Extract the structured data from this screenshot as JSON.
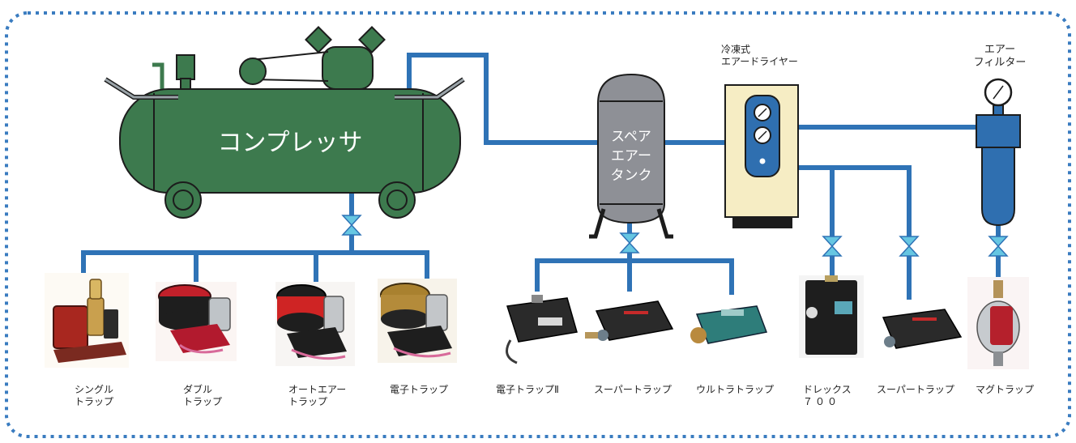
{
  "colors": {
    "pipe": "#2f73b6",
    "compressor_green": "#3d7a4e",
    "tank_gray": "#8e9096",
    "dryer_yellow": "#f6edc4",
    "filter_blue": "#2f6fb0",
    "valve_cyan": "#66c6e2",
    "border_dots": "#3a7cc0"
  },
  "main_components": {
    "compressor": "コンプレッサ",
    "spare_tank": [
      "スペア",
      "エアー",
      "タンク"
    ],
    "dryer": [
      "冷凍式",
      "エアードライヤー"
    ],
    "filter": [
      "エアー",
      "フィルター"
    ]
  },
  "traps": [
    {
      "id": "single",
      "label": [
        "シングル",
        "トラップ"
      ]
    },
    {
      "id": "double",
      "label": [
        "ダブル",
        "トラップ"
      ]
    },
    {
      "id": "autoair",
      "label": [
        "オートエアー",
        "トラップ"
      ]
    },
    {
      "id": "electronic",
      "label": [
        "電子トラップ"
      ]
    },
    {
      "id": "electronic2",
      "label": [
        "電子トラップⅡ"
      ]
    },
    {
      "id": "super1",
      "label": [
        "スーパートラップ"
      ]
    },
    {
      "id": "ultra",
      "label": [
        "ウルトラトラップ"
      ]
    },
    {
      "id": "drex",
      "label": [
        "ドレックス",
        "７００"
      ]
    },
    {
      "id": "super2",
      "label": [
        "スーパートラップ"
      ]
    },
    {
      "id": "mag",
      "label": [
        "マグトラップ"
      ]
    }
  ]
}
